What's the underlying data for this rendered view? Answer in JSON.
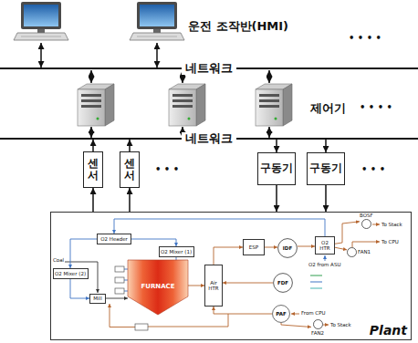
{
  "diagram": {
    "nodes": [
      {
        "text": [
          "네트워크"
        ]
      },
      {
        "text": [
          "네트워크"
        ]
      },
      {
        "text": [
          "센서"
        ]
      },
      {
        "text": [
          "센서"
        ]
      },
      {
        "text": [
          "구동기"
        ]
      },
      {
        "text": [
          "구동기"
        ]
      },
      {
        "text": [
          "Plant"
        ]
      },
      {
        "text": [
          "O2 Header"
        ],
        "in": 6
      },
      {
        "text": [
          "BOSF"
        ],
        "in": 6
      },
      {
        "text": [
          "O2 Mixer (1)"
        ],
        "in": 6
      },
      {
        "text": [
          "ESP"
        ],
        "in": 6
      },
      {
        "text": [
          "IDF"
        ],
        "in": 6
      },
      {
        "text": [
          "O2 HTR"
        ],
        "in": 6
      },
      {
        "text": [
          "FAN1"
        ],
        "in": 6
      },
      {
        "text": [
          "FURNACE"
        ],
        "in": 6
      },
      {
        "text": [
          "O2 Mixer (2)"
        ],
        "in": 6
      },
      {
        "text": [
          "Air HTR"
        ],
        "in": 6
      },
      {
        "text": [
          "FDF"
        ],
        "in": 6
      },
      {
        "text": [
          "Mill"
        ],
        "in": 6
      },
      {
        "text": [
          "PAF"
        ],
        "in": 6
      },
      {
        "text": [
          "FAN2"
        ],
        "in": 6
      }
    ],
    "edges": [
      {
        "from": 2,
        "to": 1,
        "arrow": "to"
      },
      {
        "from": 3,
        "to": 1,
        "arrow": "to"
      },
      {
        "from": 6,
        "to": 2,
        "arrow": "to"
      },
      {
        "from": 6,
        "to": 3,
        "arrow": "to"
      },
      {
        "from": 1,
        "to": 4,
        "arrow": "to"
      },
      {
        "from": 1,
        "to": 5,
        "arrow": "to"
      },
      {
        "from": 4,
        "to": 6,
        "arrow": "to"
      },
      {
        "from": 5,
        "to": 6,
        "arrow": "to"
      },
      {
        "from": 7,
        "to": 9,
        "arrow": "to"
      },
      {
        "from": 7,
        "to": 15,
        "arrow": "to"
      },
      {
        "from": 12,
        "to": 7,
        "arrow": "to"
      },
      {
        "from": 14,
        "to": 16,
        "arrow": "to"
      },
      {
        "from": 16,
        "to": 10,
        "arrow": "to"
      },
      {
        "from": 10,
        "to": 11,
        "arrow": "to"
      },
      {
        "from": 11,
        "to": 12,
        "arrow": "to"
      },
      {
        "from": 12,
        "to": 8,
        "arrow": "to"
      },
      {
        "from": 12,
        "to": 13,
        "arrow": "to"
      },
      {
        "from": 17,
        "to": 16,
        "arrow": "to"
      },
      {
        "from": 19,
        "to": 16,
        "arrow": "to"
      },
      {
        "from": 15,
        "to": 18,
        "arrow": "to"
      },
      {
        "from": 18,
        "to": 14,
        "arrow": "to"
      },
      {
        "from": 19,
        "to": 20,
        "arrow": "to"
      }
    ],
    "labels": [
      "운전 조작반(HMI)",
      "• • • •",
      "제어기",
      "• • • •",
      "• • •",
      "• • •",
      "Coal",
      "To Stack",
      "To CPU",
      "O2 from ASU",
      "From CPU",
      "To Stack"
    ]
  }
}
